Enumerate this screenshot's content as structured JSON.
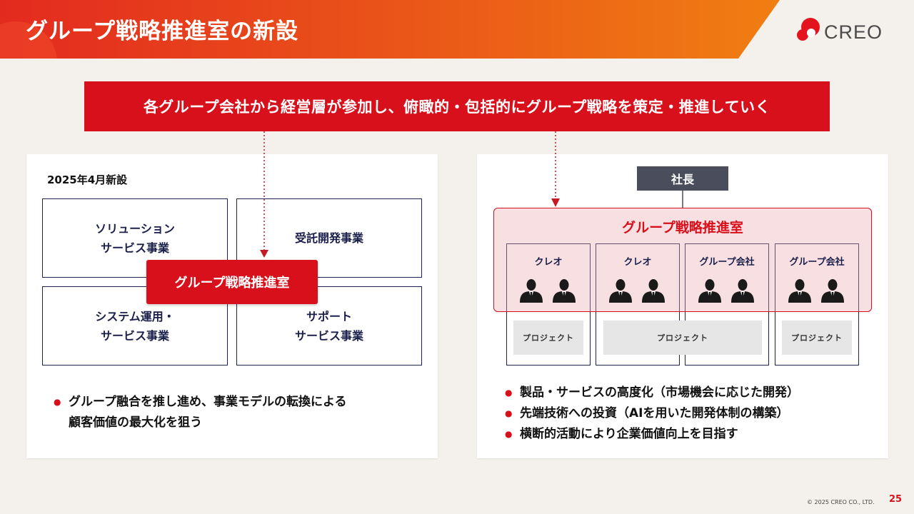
{
  "header": {
    "title": "グループ戦略推進室の新設",
    "logo_text": "CREO"
  },
  "banner": {
    "text": "各グループ会社から経営層が参加し、俯瞰的・包括的にグループ戦略を策定・推進していく"
  },
  "left_panel": {
    "established": "2025年4月新設",
    "departments": {
      "top_left": [
        "ソリューション",
        "サービス事業"
      ],
      "top_right": [
        "受託開発事業"
      ],
      "bottom_left": [
        "システム運用・",
        "サービス事業"
      ],
      "bottom_right": [
        "サポート",
        "サービス事業"
      ]
    },
    "center": "グループ戦略推進室",
    "bullet": [
      "グループ融合を推し進め、事業モデルの転換による",
      "顧客価値の最大化を狙う"
    ]
  },
  "right_panel": {
    "president": "社長",
    "org_title": "グループ戦略推進室",
    "members": [
      "クレオ",
      "クレオ",
      "グループ会社",
      "グループ会社"
    ],
    "projects": [
      "プロジェクト",
      "プロジェクト",
      "プロジェクト"
    ],
    "bullets": [
      "製品・サービスの高度化（市場機会に応じた開発）",
      "先端技術への投資（AIを用いた開発体制の構築）",
      "横断的活動により企業価値向上を目指す"
    ]
  },
  "footer": {
    "copyright": "© 2025 CREO CO., LTD.",
    "page": "25"
  },
  "colors": {
    "accent": "#d8101c",
    "navy": "#1e2350",
    "header_start": "#e8221e",
    "header_end": "#f07b10"
  }
}
